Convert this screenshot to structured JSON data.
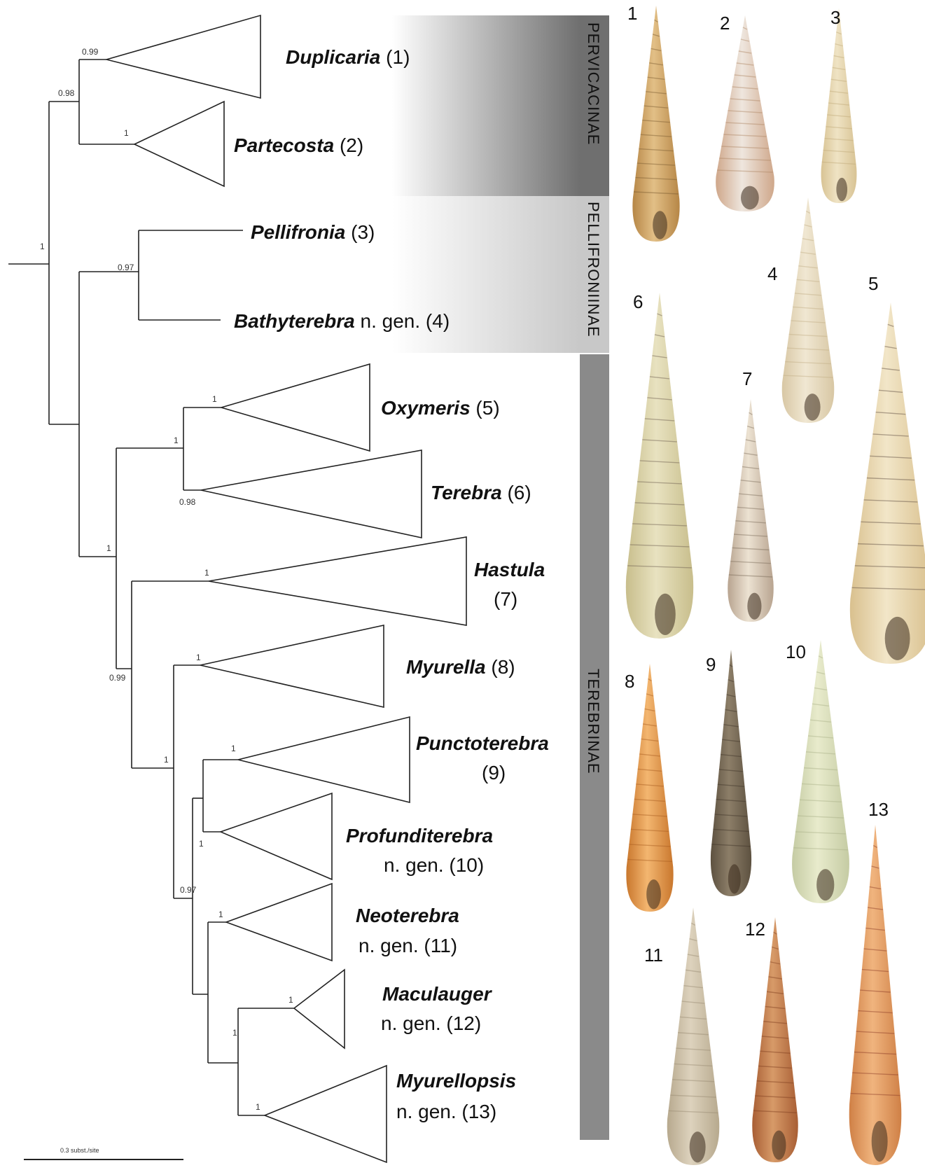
{
  "clades": [
    {
      "genus": "Duplicaria",
      "suffix": "(1)"
    },
    {
      "genus": "Partecosta",
      "suffix": "(2)"
    },
    {
      "genus": "Pellifronia",
      "suffix": "(3)"
    },
    {
      "genus": "Bathyterebra",
      "suffix": "n. gen. (4)"
    },
    {
      "genus": "Oxymeris",
      "suffix": "(5)"
    },
    {
      "genus": "Terebra",
      "suffix": "(6)"
    },
    {
      "genus": "Hastula",
      "suffix": "(7)"
    },
    {
      "genus": "Myurella",
      "suffix": "(8)"
    },
    {
      "genus": "Punctoterebra",
      "suffix": "(9)"
    },
    {
      "genus": "Profunditerebra",
      "suffix": "n. gen. (10)"
    },
    {
      "genus": "Neoterebra",
      "suffix": "n. gen. (11)"
    },
    {
      "genus": "Maculauger",
      "suffix": "n. gen. (12)"
    },
    {
      "genus": "Myurellopsis",
      "suffix": "n. gen.  (13)"
    }
  ],
  "subfamilies": [
    "PERVICACINAE",
    "PELLIFRONIINAE",
    "TEREBRINAE"
  ],
  "support_values": [
    "1",
    "0.98",
    "0.99",
    "1",
    "0.97",
    "1",
    "1",
    "1",
    "0.98",
    "1",
    "0.99",
    "1",
    "1",
    "1",
    "1",
    "0.97",
    "1",
    "1",
    "1",
    "1"
  ],
  "scale_bar_label": "0.3 subst./site",
  "shell_numbers": [
    "1",
    "2",
    "3",
    "4",
    "5",
    "6",
    "7",
    "8",
    "9",
    "10",
    "11",
    "12",
    "13"
  ]
}
